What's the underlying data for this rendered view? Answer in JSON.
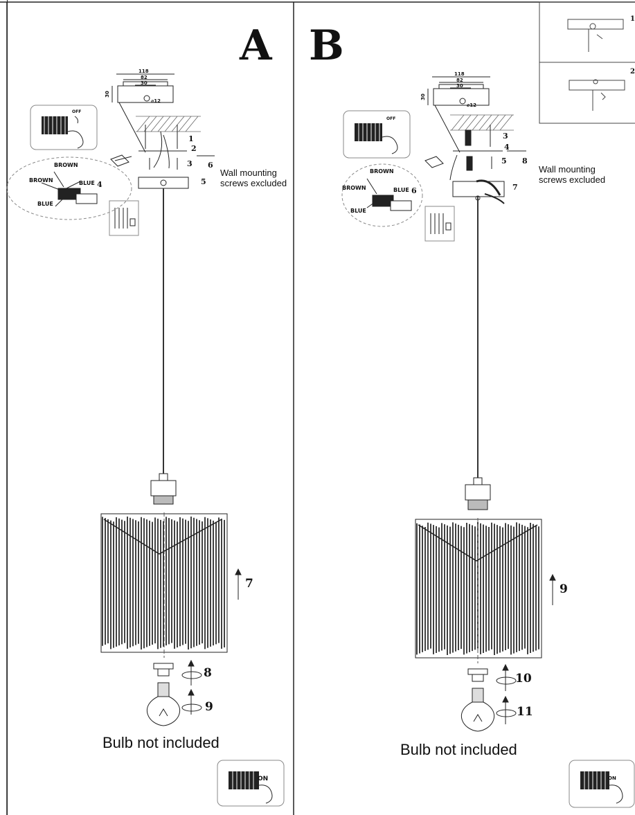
{
  "panel_a": {
    "letter": "A",
    "dims": {
      "width": "118",
      "mid": "82",
      "inner": "30",
      "height": "30",
      "hole": "⌀12"
    },
    "switch_off": "OFF",
    "switch_on": "ON",
    "wires": {
      "brown_top": "BROWN",
      "brown_left": "BROWN",
      "blue_right": "BLUE",
      "blue_bottom": "BLUE"
    },
    "steps": {
      "s1": "1",
      "s2": "2",
      "s3": "3",
      "s4": "4",
      "s5": "5",
      "s6": "6",
      "s7": "7",
      "s8": "8",
      "s9": "9"
    },
    "mount_note_line1": "Wall mounting",
    "mount_note_line2": "screws excluded",
    "bulb_note": "Bulb not included"
  },
  "panel_b": {
    "letter": "B",
    "dims": {
      "width": "118",
      "mid": "82",
      "inner": "30",
      "height": "30",
      "hole": "⌀12"
    },
    "switch_off": "OFF",
    "switch_on": "ON",
    "wires": {
      "brown_top": "BROWN",
      "brown_left": "BROWN",
      "blue_right": "BLUE",
      "blue_bottom": "BLUE"
    },
    "steps": {
      "s3": "3",
      "s4": "4",
      "s5": "5",
      "s6": "6",
      "s7": "7",
      "s8": "8",
      "s9": "9",
      "s10": "10",
      "s11": "11"
    },
    "inset_steps": {
      "i1": "1",
      "i2": "2"
    },
    "mount_note_line1": "Wall mounting",
    "mount_note_line2": "screws excluded",
    "bulb_note": "Bulb not included"
  }
}
